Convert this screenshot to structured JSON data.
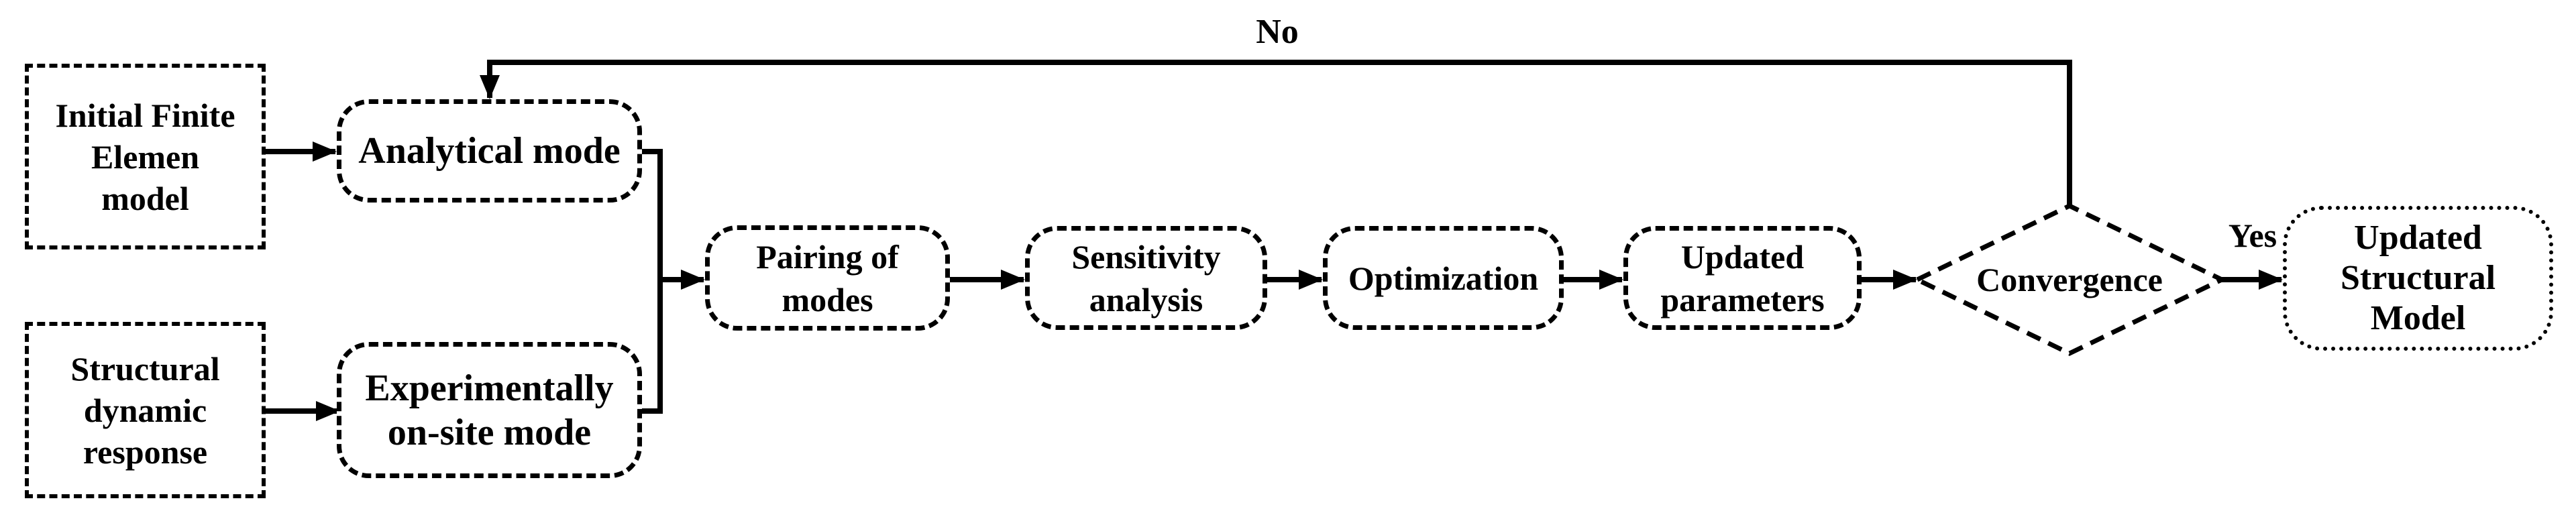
{
  "diagram": {
    "type": "flowchart",
    "colors": {
      "stroke": "#000000",
      "background": "#ffffff",
      "text": "#000000"
    },
    "nodes": {
      "initial_fe": {
        "lines": [
          "Initial Finite",
          "Elemen",
          "model"
        ]
      },
      "structural": {
        "lines": [
          "Structural",
          "dynamic",
          "response"
        ]
      },
      "analytical": {
        "label": "Analytical mode"
      },
      "experimental": {
        "lines": [
          "Experimentally",
          "on-site mode"
        ]
      },
      "pairing": {
        "lines": [
          "Pairing of",
          "modes"
        ]
      },
      "sensitivity": {
        "lines": [
          "Sensitivity",
          "analysis"
        ]
      },
      "optimization": {
        "label": "Optimization"
      },
      "updated_params": {
        "lines": [
          "Updated",
          "parameters"
        ]
      },
      "convergence": {
        "label": "Convergence"
      },
      "updated_model": {
        "lines": [
          "Updated",
          "Structural",
          "Model"
        ]
      }
    },
    "edge_labels": {
      "no": "No",
      "yes": "Yes"
    }
  }
}
